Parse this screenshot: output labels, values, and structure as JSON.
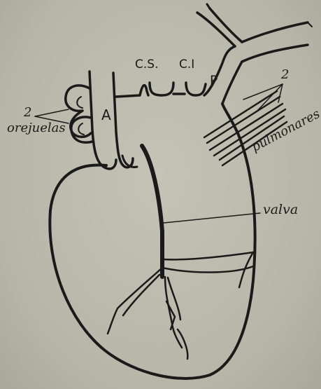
{
  "labels": {
    "cs": "C.S.",
    "ci": "C.I",
    "a": "A",
    "p": "P",
    "orejuelas_count": "2",
    "orejuelas": "orejuelas",
    "pulmonares_count": "2",
    "pulmonares": "pulmonares",
    "valva": "valva"
  }
}
